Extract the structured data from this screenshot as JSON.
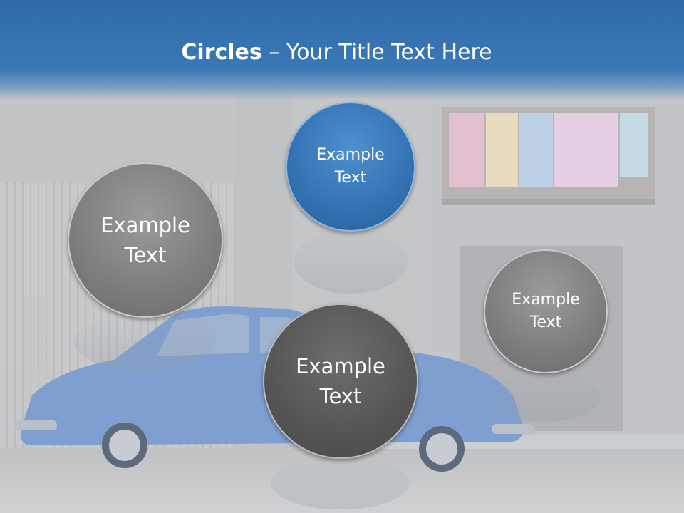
{
  "slide": {
    "title_bold": "Circles",
    "title_rest": " – Your Title Text Here"
  },
  "circles": [
    {
      "label": "Example\nText",
      "style": "grey"
    },
    {
      "label": "Example\nText",
      "style": "blue"
    },
    {
      "label": "Example\nText",
      "style": "grey"
    },
    {
      "label": "Example\nText",
      "style": "dark"
    }
  ],
  "colors": {
    "title_band": "#3a79b6",
    "circle_blue": "#3574b5",
    "circle_grey": "#7f7f7f",
    "circle_dark": "#575757",
    "text": "#ffffff"
  }
}
